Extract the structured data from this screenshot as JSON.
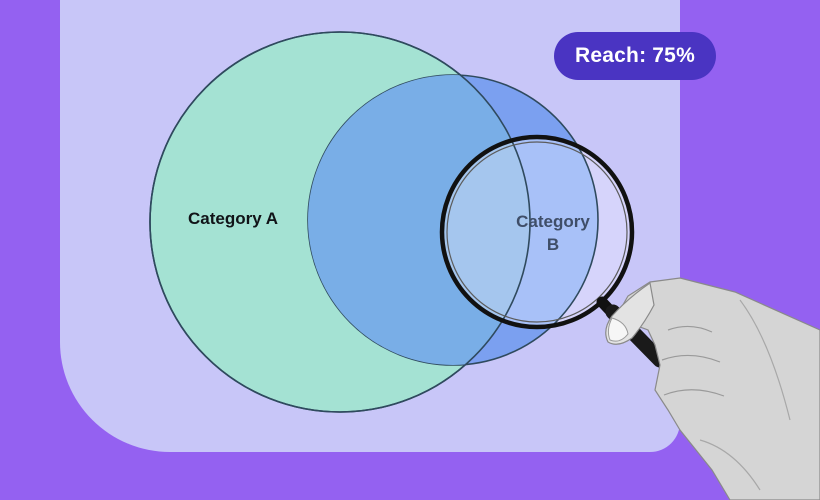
{
  "badge": {
    "text": "Reach: 75%"
  },
  "sets": [
    {
      "label_lines": [
        "Category A"
      ]
    },
    {
      "label_lines": [
        "Category",
        "B"
      ]
    }
  ],
  "colors": {
    "background": "#9461f1",
    "panel": "#c8c6f8",
    "badge": "#4a34c2",
    "set_a": "#a4e2d3",
    "set_b": "#7ba0f0",
    "overlap": "#79aee7",
    "outline": "#2f4a5e"
  },
  "icons": [
    "magnifying-glass-icon",
    "hand-image"
  ]
}
